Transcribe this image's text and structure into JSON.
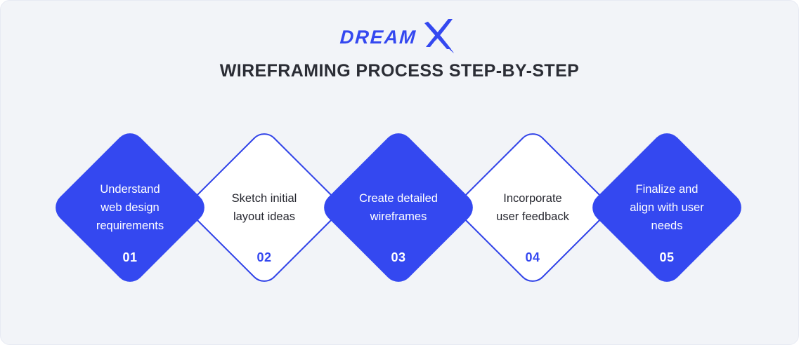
{
  "card": {
    "background_color": "#F2F4F8"
  },
  "logo": {
    "text": "DREAM",
    "x_glyph": "X",
    "color": "#3448F0"
  },
  "title": "WIREFRAMING PROCESS STEP-BY-STEP",
  "colors": {
    "accent_blue": "#3448F0",
    "outline_blue": "#3143E8",
    "dark_text": "#26272F",
    "title_text": "#2B2D35",
    "white": "#FFFFFF"
  },
  "steps": [
    {
      "number": "01",
      "label": "Understand\nweb design\nrequirements",
      "variant": "solid"
    },
    {
      "number": "02",
      "label": "Sketch initial\nlayout ideas",
      "variant": "outline"
    },
    {
      "number": "03",
      "label": "Create detailed\nwireframes",
      "variant": "solid"
    },
    {
      "number": "04",
      "label": "Incorporate\nuser feedback",
      "variant": "outline"
    },
    {
      "number": "05",
      "label": "Finalize and\nalign with user\nneeds",
      "variant": "solid"
    }
  ]
}
